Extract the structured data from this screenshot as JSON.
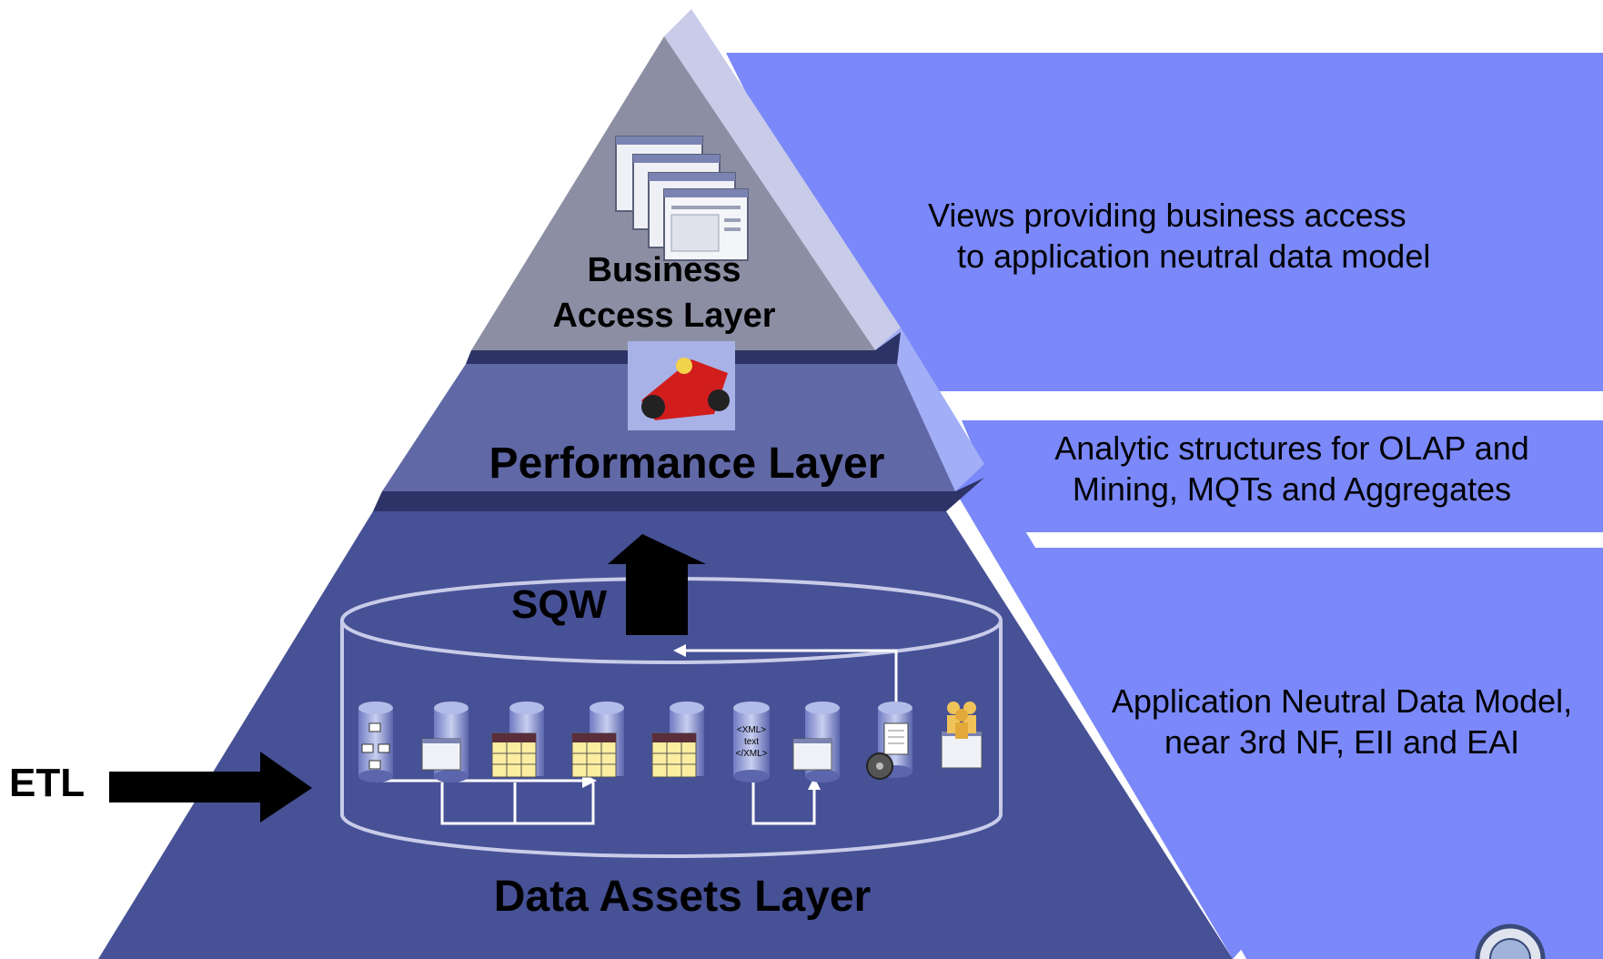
{
  "layers": {
    "business": {
      "title_line1": "Business",
      "title_line2": "Access Layer",
      "description_line1": "Views providing business access",
      "description_line2": "to application neutral data model"
    },
    "performance": {
      "title": "Performance Layer",
      "description_line1": "Analytic structures for OLAP and",
      "description_line2": "Mining, MQTs and Aggregates"
    },
    "data_assets": {
      "title": "Data Assets Layer",
      "description_line1": "Application Neutral Data Model,",
      "description_line2": "near 3rd NF, EII and EAI"
    }
  },
  "arrows": {
    "sqw_label": "SQW",
    "etl_label": "ETL"
  },
  "data_store_icons": [
    {
      "name": "hierarchy-database-icon"
    },
    {
      "name": "form-database-icon"
    },
    {
      "name": "table-database-icon"
    },
    {
      "name": "table-database-icon"
    },
    {
      "name": "table-database-icon"
    },
    {
      "name": "xml-database-icon",
      "text_lines": [
        "<XML>",
        "text",
        "</XML>"
      ]
    },
    {
      "name": "form-database-icon"
    },
    {
      "name": "document-database-icon"
    },
    {
      "name": "people-application-icon"
    }
  ],
  "colors": {
    "panel_fill": "#7a88f9",
    "business_face": "#8c8fa3",
    "performance_face": "#6168a6",
    "data_assets_face": "#475196",
    "side_light": "#c8cce9",
    "side_mid": "#a2aef5",
    "band_dark": "#2d3366",
    "arrow": "#000000"
  }
}
